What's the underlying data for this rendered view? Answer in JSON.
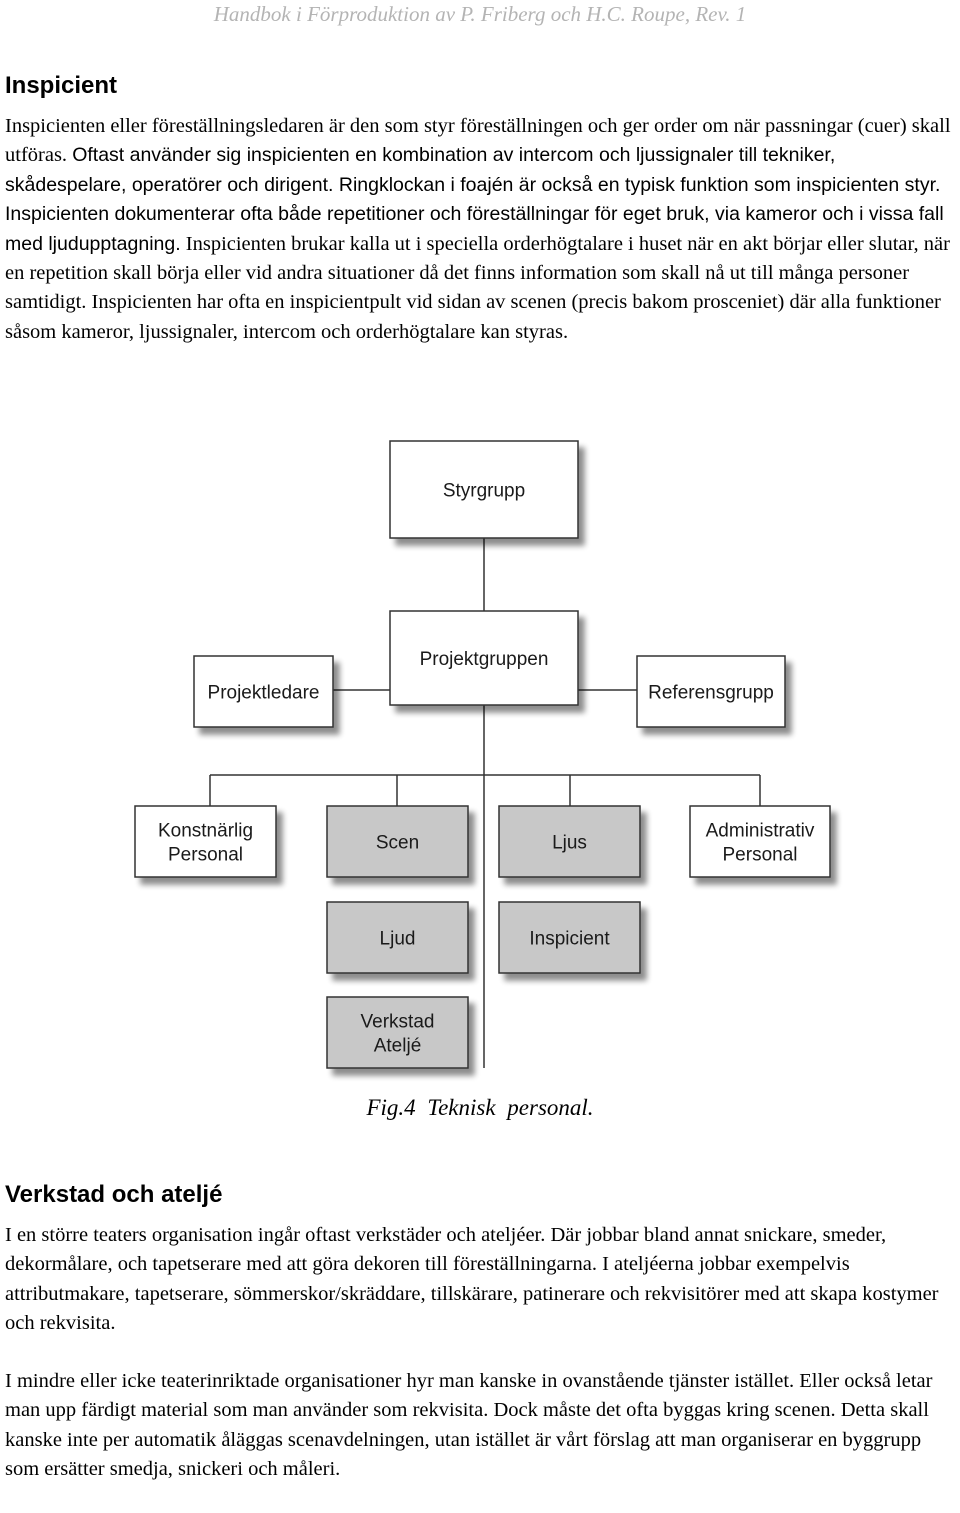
{
  "header": {
    "running_title": "Handbok i Förproduktion av P. Friberg och H.C. Roupe, Rev. 1"
  },
  "section_inspicient": {
    "title": "Inspicient",
    "paragraph_serif_1": "Inspicienten eller föreställningsledaren är den som styr föreställningen och ger order om när passningar (cuer) skall utföras.",
    "paragraph_sans": "Oftast använder sig inspicienten en kombination av intercom och ljussignaler till tekniker, skådespelare, operatörer och dirigent. Ringklockan i foajén är också en typisk funktion som inspicienten styr. Inspicienten dokumenterar ofta både repetitioner och föreställningar för eget bruk, via kameror och i vissa fall med ljudupptagning.",
    "paragraph_serif_2": "Inspicienten brukar kalla ut i speciella orderhögtalare i huset när en akt börjar eller slutar, när en repetition skall börja eller vid andra situationer då det finns information som skall nå ut till många personer samtidigt. Inspicienten har ofta en inspicientpult vid sidan av scenen (precis bakom prosceniet) där alla funktioner såsom kameror, ljussignaler, intercom och orderhögtalare kan styras."
  },
  "org_chart": {
    "boxes": [
      {
        "id": "styrgrupp",
        "lines": [
          "Styrgrupp"
        ],
        "fill": "#ffffff"
      },
      {
        "id": "projektgruppen",
        "lines": [
          "Projektgruppen"
        ],
        "fill": "#ffffff"
      },
      {
        "id": "projektledare",
        "lines": [
          "Projektledare"
        ],
        "fill": "#ffffff"
      },
      {
        "id": "referensgrupp",
        "lines": [
          "Referensgrupp"
        ],
        "fill": "#ffffff"
      },
      {
        "id": "konstnarlig",
        "lines": [
          "Konstnärlig",
          "Personal"
        ],
        "fill": "#ffffff"
      },
      {
        "id": "scen",
        "lines": [
          "Scen"
        ],
        "fill": "#c8c8c8"
      },
      {
        "id": "ljus",
        "lines": [
          "Ljus"
        ],
        "fill": "#c8c8c8"
      },
      {
        "id": "administrativ",
        "lines": [
          "Administrativ",
          "Personal"
        ],
        "fill": "#ffffff"
      },
      {
        "id": "ljud",
        "lines": [
          "Ljud"
        ],
        "fill": "#c8c8c8"
      },
      {
        "id": "inspicient",
        "lines": [
          "Inspicient"
        ],
        "fill": "#c8c8c8"
      },
      {
        "id": "verkstad",
        "lines": [
          "Verkstad",
          "Ateljé"
        ],
        "fill": "#c8c8c8"
      }
    ],
    "caption": "Fig.4 Teknisk personal."
  },
  "section_verkstad": {
    "title": "Verkstad och ateljé",
    "paragraph_1": "I en större teaters organisation ingår oftast verkstäder och ateljéer. Där jobbar bland annat snickare, smeder, dekormålare, och tapetserare med att göra dekoren till föreställningarna. I ateljéerna jobbar exempelvis attributmakare, tapetserare, sömmerskor/skräddare, tillskärare, patinerare och rekvisitörer med att skapa kostymer och rekvisita.",
    "paragraph_2": "I mindre eller icke teaterinriktade organisationer hyr man kanske in ovanstående tjänster istället. Eller också letar man upp färdigt material som man använder som rekvisita. Dock måste det ofta byggas kring scenen. Detta skall kanske inte per automatik åläggas scenavdelningen, utan istället är vårt förslag att man organiserar en byggrupp som ersätter smedja, snickeri och måleri."
  }
}
